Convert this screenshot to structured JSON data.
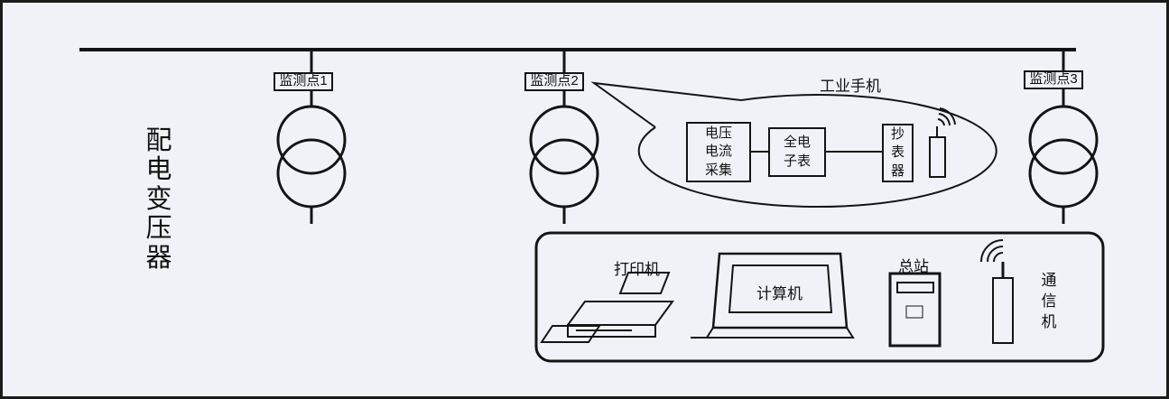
{
  "colors": {
    "background": "#f1f2f8",
    "line": "#141414"
  },
  "left_label": {
    "text": "配电变压器"
  },
  "monitor_points": [
    {
      "label": "监测点1"
    },
    {
      "label": "监测点2"
    },
    {
      "label": "监测点3"
    }
  ],
  "callout": {
    "title": "工业手机",
    "boxes": {
      "acquisition": "电压\n电流\n采集",
      "meter": "全电\n子表",
      "reader": "抄表器"
    }
  },
  "panel": {
    "printer": "打印机",
    "computer": "计算机",
    "station": "总站",
    "communicator": "通信机"
  }
}
